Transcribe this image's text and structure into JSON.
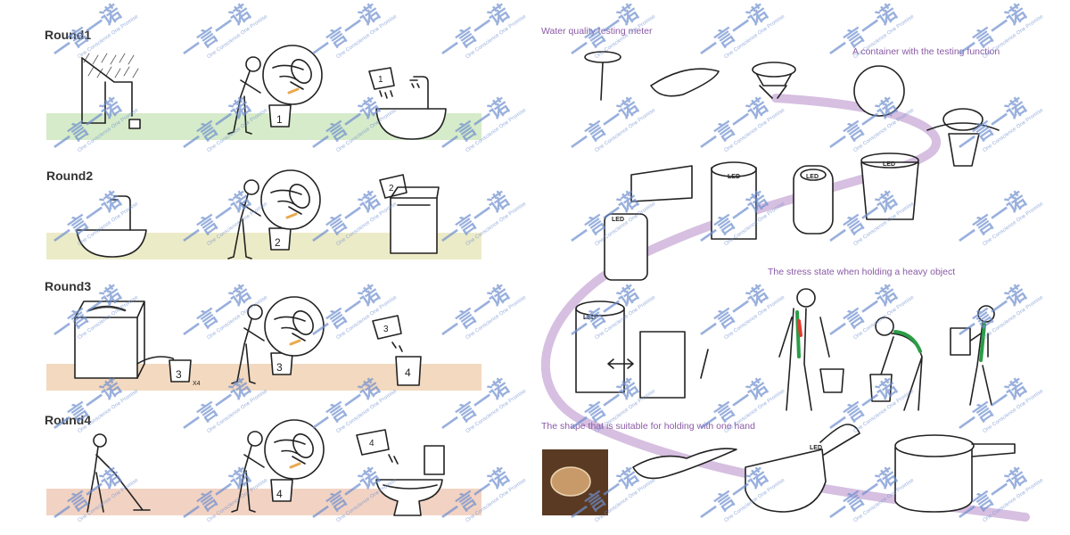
{
  "rounds": [
    {
      "label": "Round1",
      "steps": [
        "1",
        "1"
      ],
      "band_color": "#d6ebc9"
    },
    {
      "label": "Round2",
      "steps": [
        "2",
        "2"
      ],
      "band_color": "#ecebc7"
    },
    {
      "label": "Round3",
      "steps": [
        "3",
        "3",
        "3",
        "4"
      ],
      "multiplier": "X4",
      "band_color": "#f3d9bf"
    },
    {
      "label": "Round4",
      "steps": [
        "4",
        "4"
      ],
      "band_color": "#f2d3c3"
    }
  ],
  "right": {
    "meter_label": "Water quality testing meter",
    "container_label": "A container with the testing function",
    "stress_label": "The stress state when holding a heavy object",
    "shape_label": "The shape that is suitable for holding with one hand",
    "led_text": "LED",
    "accent_color": "#b48bc6"
  },
  "watermark": {
    "text": "一言一诺",
    "subtext": "One Conscience One Promise",
    "color": "#6f8fcf"
  }
}
